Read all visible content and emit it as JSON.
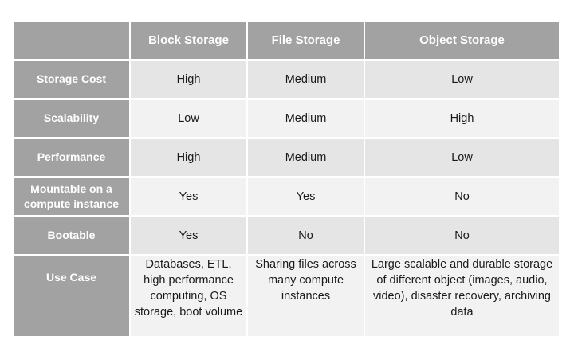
{
  "table": {
    "columns": [
      "",
      "Block Storage",
      "File Storage",
      "Object Storage"
    ],
    "rows": [
      {
        "label": "Storage Cost",
        "cells": [
          "High",
          "Medium",
          "Low"
        ]
      },
      {
        "label": "Scalability",
        "cells": [
          "Low",
          "Medium",
          "High"
        ]
      },
      {
        "label": "Performance",
        "cells": [
          "High",
          "Medium",
          "Low"
        ]
      },
      {
        "label": "Mountable on a compute instance",
        "cells": [
          "Yes",
          "Yes",
          "No"
        ]
      },
      {
        "label": "Bootable",
        "cells": [
          "Yes",
          "No",
          "No"
        ]
      },
      {
        "label": "Use Case",
        "cells": [
          "Databases, ETL, high performance computing, OS storage, boot volume",
          "Sharing files across many compute instances",
          "Large scalable and durable storage of different object (images, audio, video), disaster recovery, archiving data"
        ]
      }
    ]
  },
  "colors": {
    "header_bg": "#a2a2a2",
    "header_text": "#ffffff",
    "row_odd": "#e5e5e5",
    "row_even": "#f2f2f2"
  }
}
